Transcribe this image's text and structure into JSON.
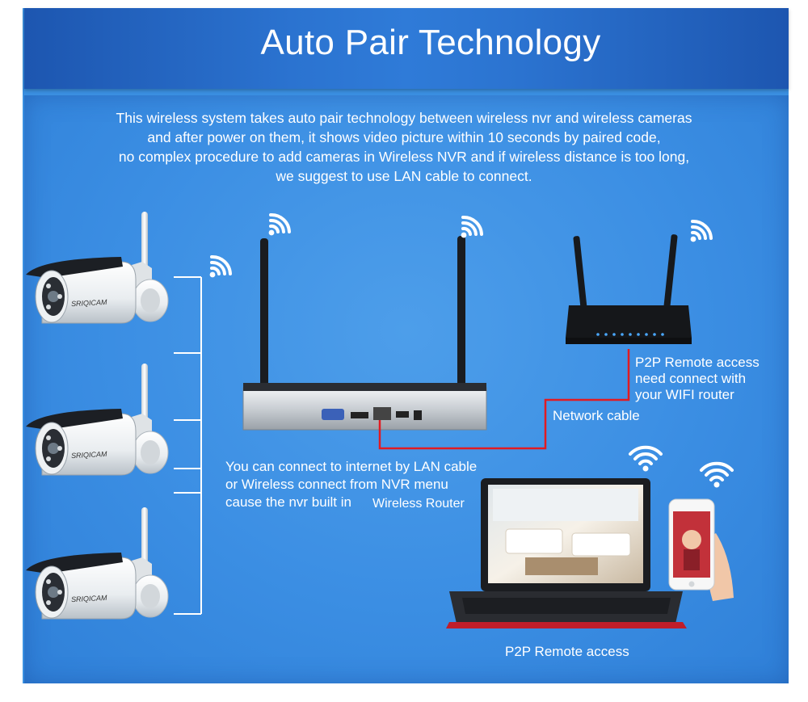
{
  "header": {
    "title": "Auto Pair Technology"
  },
  "intro": {
    "lines": [
      "This wireless system takes auto pair technology between wireless nvr and wireless cameras",
      "and after power on them, it shows video picture within 10 seconds by paired code,",
      "no complex procedure to add cameras in Wireless NVR and if wireless distance is too long,",
      "we suggest to use LAN cable to connect."
    ]
  },
  "cameras": {
    "brand": "SRIQICAM",
    "count": 3
  },
  "nvr": {
    "caption": [
      "You can connect to internet by LAN cable",
      "or Wireless connect from NVR menu",
      "cause the nvr built in",
      "Wireless Router"
    ]
  },
  "router": {
    "caption": [
      "P2P Remote access",
      "need connect with",
      "your WIFI router"
    ]
  },
  "network_cable": {
    "label": "Network cable"
  },
  "remote": {
    "label": "P2P Remote access"
  },
  "colors": {
    "background": "#3a8fe0",
    "header": "#2563c4",
    "cable": "#e11b22",
    "text": "#ffffff"
  }
}
